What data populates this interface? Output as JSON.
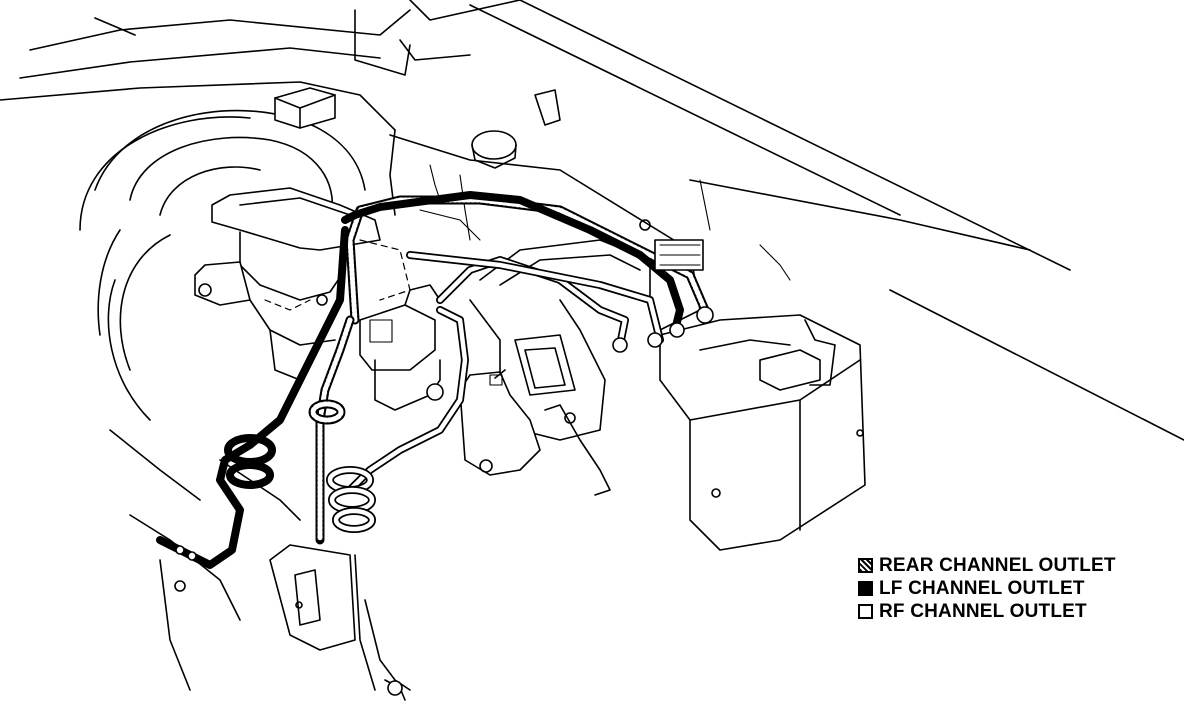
{
  "legend": {
    "items": [
      {
        "label": "REAR CHANNEL OUTLET",
        "swatch": "hatched"
      },
      {
        "label": "LF CHANNEL OUTLET",
        "swatch": "solid"
      },
      {
        "label": "RF CHANNEL OUTLET",
        "swatch": "open"
      }
    ]
  },
  "colors": {
    "line": "#000000",
    "background": "#ffffff"
  }
}
